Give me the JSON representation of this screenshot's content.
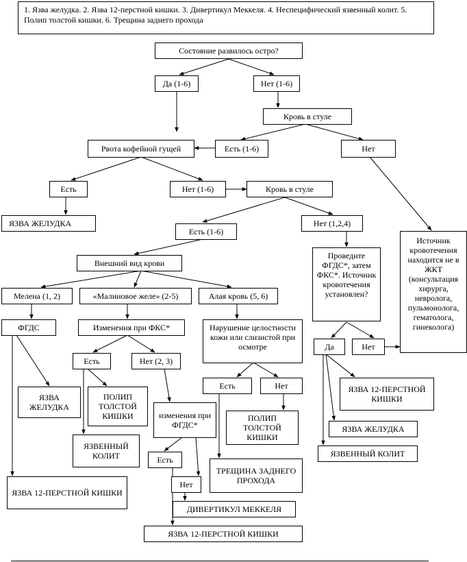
{
  "header_text": "1. Язва желудка. 2. Язва 12-перстной кишки. 3. Дивертикул Меккеля. 4. Неспецифический язвенный колит. 5. Полип толстой кишки. 6. Трещина заднего прохода",
  "nodes": {
    "q_acute": "Состояние развилось остро?",
    "yes_1_6": "Да (1-6)",
    "no_1_6": "Нет (1-6)",
    "blood_stool_1": "Кровь в стуле",
    "coffee_vomit": "Рвота кофейной гущей",
    "yes_1_6_b": "Есть (1-6)",
    "no_right": "Нет",
    "yes_vomit": "Есть",
    "no_vomit": "Нет (1-6)",
    "blood_stool_2": "Кровь в стуле",
    "ulcer_stomach_1": "ЯЗВА ЖЕЛУДКА",
    "yes_blood_2": "Есть (1-6)",
    "no_blood_2": "Нет (1,2,4)",
    "source_outside": "Источник кровотечения находится не в ЖКТ (консультация хирурга, невролога, пульмонолога, гематолога, гинеколога)",
    "blood_appearance": "Внешний вид крови",
    "do_fgds_fks": "Проведите ФГДС*, затем ФКС*. Источник кровотечения установлен?",
    "melena": "Мелена (1, 2)",
    "raspberry": "«Малиновое желе» (2-5)",
    "scarlet": "Алая кровь (5, 6)",
    "fgds": "ФГДС",
    "changes_fks": "Изменения при ФКС*",
    "skin_damage": "Нарушение целостности кожи или слизистой при осмотре",
    "yes_est_fks": "Есть",
    "no_fks": "Нет (2, 3)",
    "da": "Да",
    "net_right": "Нет",
    "ulcer_stomach_2": "ЯЗВА ЖЕЛУДКА",
    "polyp_1": "ПОЛИП ТОЛСТОЙ КИШКИ",
    "yes_skin": "Есть",
    "no_skin": "Нет",
    "duodenal_1": "ЯЗВА 12-ПЕРСТНОЙ КИШКИ",
    "changes_fgds": "изменения при ФГДС*",
    "polyp_2": "ПОЛИП ТОЛСТОЙ КИШКИ",
    "ulcer_stomach_3": "ЯЗВА ЖЕЛУДКА",
    "ulcer_colitis_1": "ЯЗВЕННЫЙ КОЛИТ",
    "yes_fgds": "Есть",
    "ulcer_colitis_2": "ЯЗВЕННЫЙ КОЛИТ",
    "fissure": "ТРЕЩИНА ЗАДНЕГО ПРОХОДА",
    "duodenal_2": "ЯЗВА 12-ПЕРСТНОЙ КИШКИ",
    "no_fgds": "Нет",
    "meckel": "ДИВЕРТИКУЛ МЕККЕЛЯ",
    "duodenal_3": "ЯЗВА 12-ПЕРСТНОЙ КИШКИ"
  }
}
